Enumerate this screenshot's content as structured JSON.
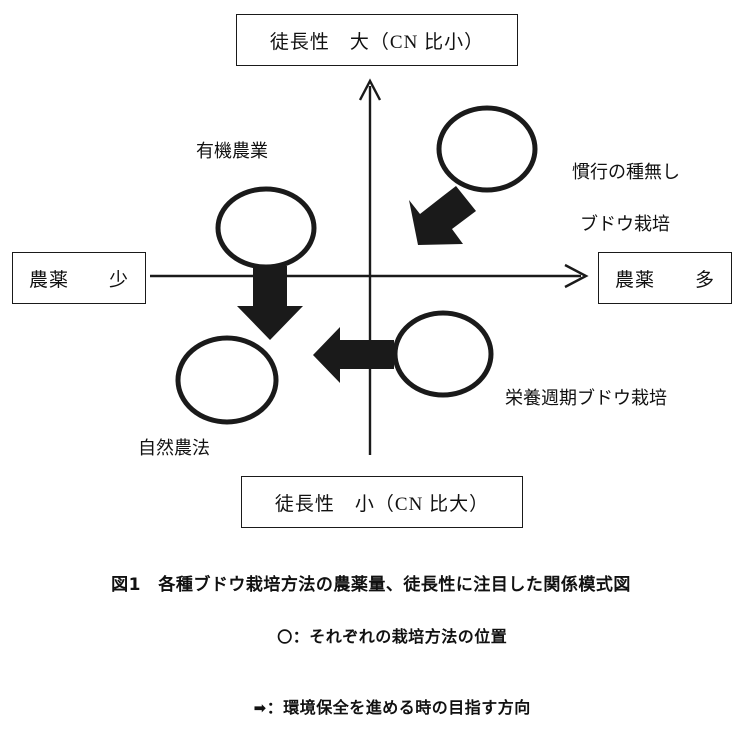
{
  "figure": {
    "axes": {
      "top_label": "徒長性　大（CN 比小）",
      "bottom_label": "徒長性　小（CN 比大）",
      "left_label": "農薬　　少",
      "right_label": "農薬　　多",
      "vertical_axis_name": "vertical-axis",
      "horizontal_axis_name": "horizontal-axis"
    },
    "items": [
      {
        "key": "organic",
        "label": "有機農業",
        "quadrant": "upper-left",
        "marker": "circle"
      },
      {
        "key": "conventional_seedless_grape",
        "label_line1": "慣行の種無し",
        "label_line2": "ブドウ栽培",
        "quadrant": "upper-right",
        "marker": "circle"
      },
      {
        "key": "nutrition_cycle_grape",
        "label": "栄養週期ブドウ栽培",
        "quadrant": "lower-right",
        "marker": "circle"
      },
      {
        "key": "natural_farming",
        "label": "自然農法",
        "quadrant": "lower-left",
        "marker": "circle"
      }
    ],
    "direction_arrows": [
      {
        "key": "organic-down-arrow",
        "direction": "down"
      },
      {
        "key": "conventional-downleft-arrow",
        "direction": "down-left"
      },
      {
        "key": "nutrition-left-arrow",
        "direction": "left"
      }
    ]
  },
  "caption": {
    "title": "図1　各種ブドウ栽培方法の農薬量、徒長性に注目した関係模式図",
    "legend": [
      {
        "glyph": "〇",
        "separator": "：",
        "text": "それぞれの栽培方法の位置"
      },
      {
        "glyph": "➡",
        "separator": "：",
        "text": "環境保全を進める時の目指す方向"
      }
    ]
  },
  "colors": {
    "ink": "#1a1a1a",
    "background": "#ffffff"
  }
}
